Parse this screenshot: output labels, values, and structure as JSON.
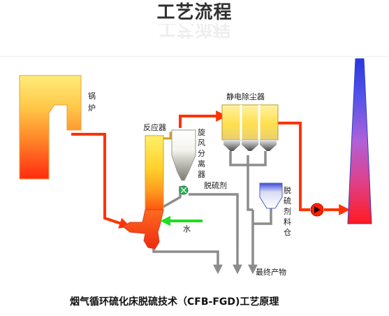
{
  "title": "工艺流程",
  "labels": {
    "boiler_1": "锅",
    "boiler_2": "炉",
    "reactor": "反应器",
    "cyclone_1": "旋",
    "cyclone_2": "风",
    "cyclone_3": "分",
    "cyclone_4": "离",
    "cyclone_5": "器",
    "esp": "静电除尘器",
    "sorbent": "脱硫剂",
    "water": "水",
    "silo_1": "脱",
    "silo_2": "硫",
    "silo_3": "剂",
    "silo_4": "料",
    "silo_5": "仓",
    "product": "最终产物"
  },
  "caption": "烟气循环硫化床脱硫技术（CFB-FGD)工艺原理",
  "colors": {
    "flue_gas": "#ff3300",
    "water": "#22dd22",
    "recycle": "#8c8c8c",
    "fan": "#ff2200"
  }
}
